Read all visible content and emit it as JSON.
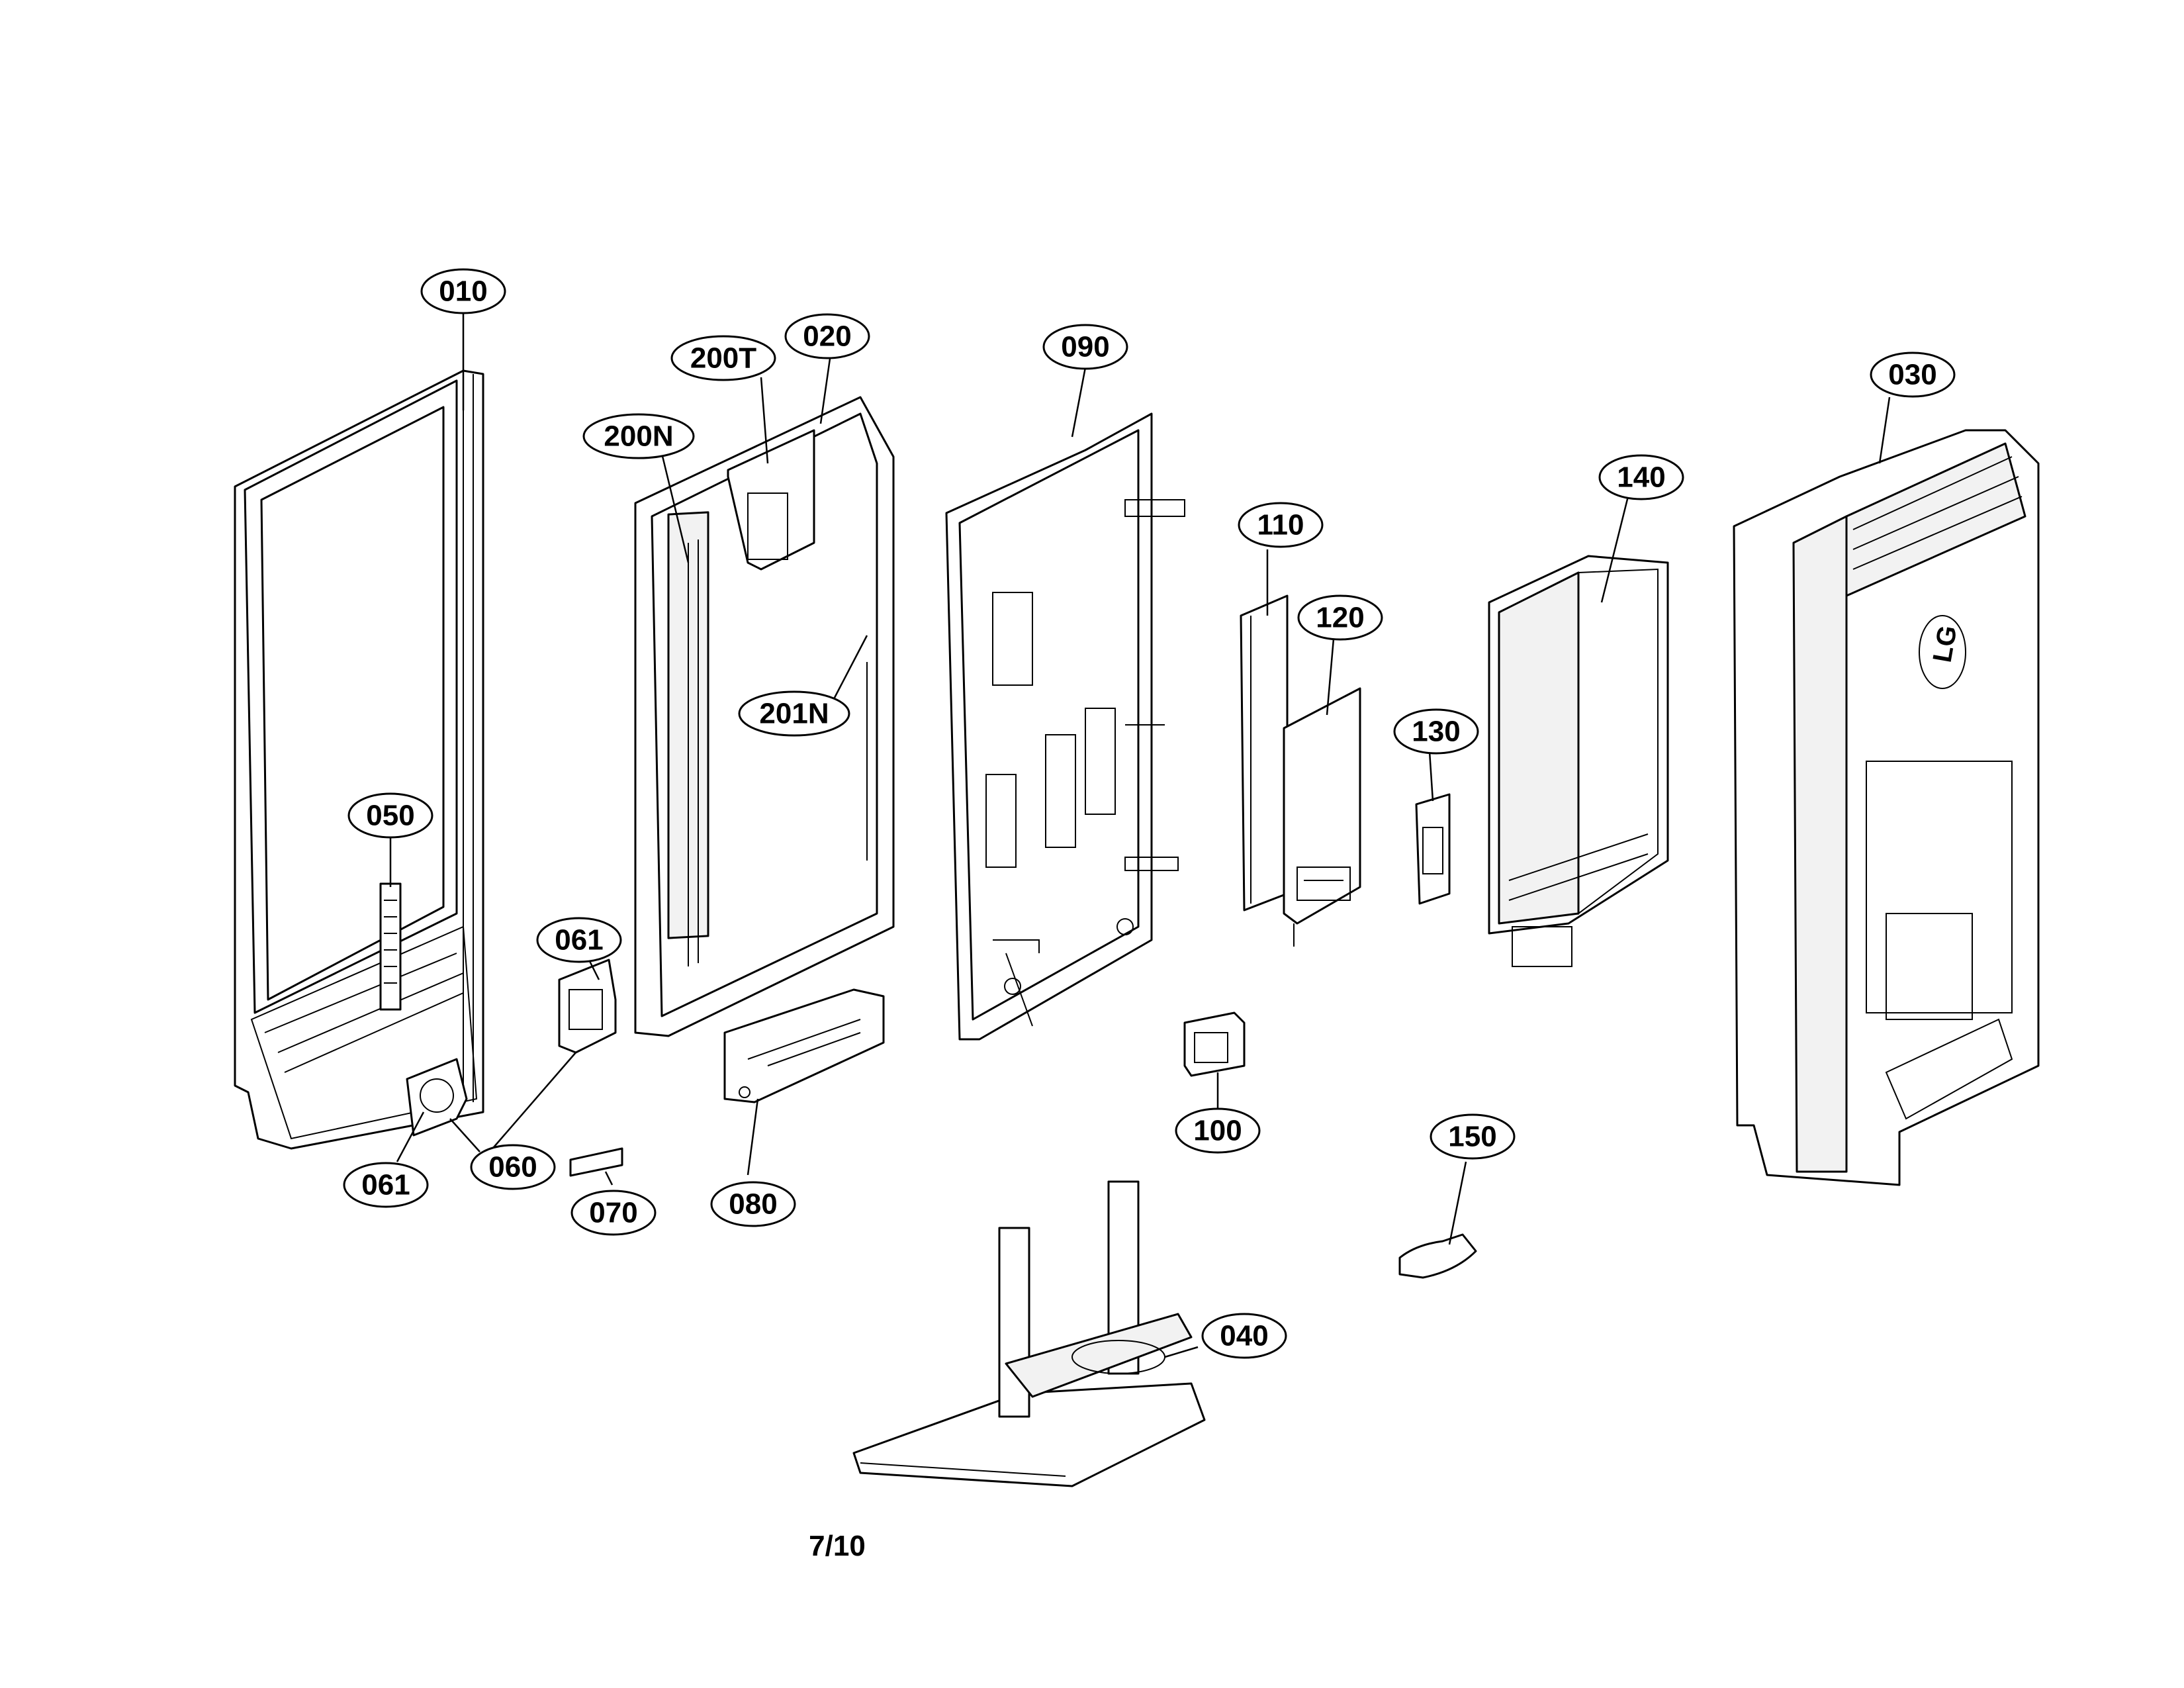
{
  "callouts": [
    {
      "id": "010",
      "label": "010"
    },
    {
      "id": "200T",
      "label": "200T"
    },
    {
      "id": "020",
      "label": "020"
    },
    {
      "id": "200N",
      "label": "200N"
    },
    {
      "id": "090",
      "label": "090"
    },
    {
      "id": "030",
      "label": "030"
    },
    {
      "id": "140",
      "label": "140"
    },
    {
      "id": "110",
      "label": "110"
    },
    {
      "id": "120",
      "label": "120"
    },
    {
      "id": "201N",
      "label": "201N"
    },
    {
      "id": "130",
      "label": "130"
    },
    {
      "id": "050",
      "label": "050"
    },
    {
      "id": "061a",
      "label": "061"
    },
    {
      "id": "100",
      "label": "100"
    },
    {
      "id": "150",
      "label": "150"
    },
    {
      "id": "060",
      "label": "060"
    },
    {
      "id": "061b",
      "label": "061"
    },
    {
      "id": "070",
      "label": "070"
    },
    {
      "id": "080",
      "label": "080"
    },
    {
      "id": "040",
      "label": "040"
    }
  ],
  "logo": {
    "text": "LG"
  },
  "page_number": "7/10"
}
